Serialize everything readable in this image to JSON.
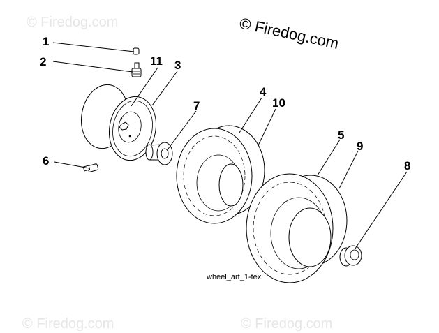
{
  "diagram": {
    "watermark": "© Firedog.com",
    "faint_watermark": "© Firedog.com",
    "caption": "wheel_art_1-tex",
    "callouts": [
      "1",
      "2",
      "11",
      "3",
      "7",
      "4",
      "10",
      "6",
      "5",
      "9",
      "8"
    ]
  }
}
